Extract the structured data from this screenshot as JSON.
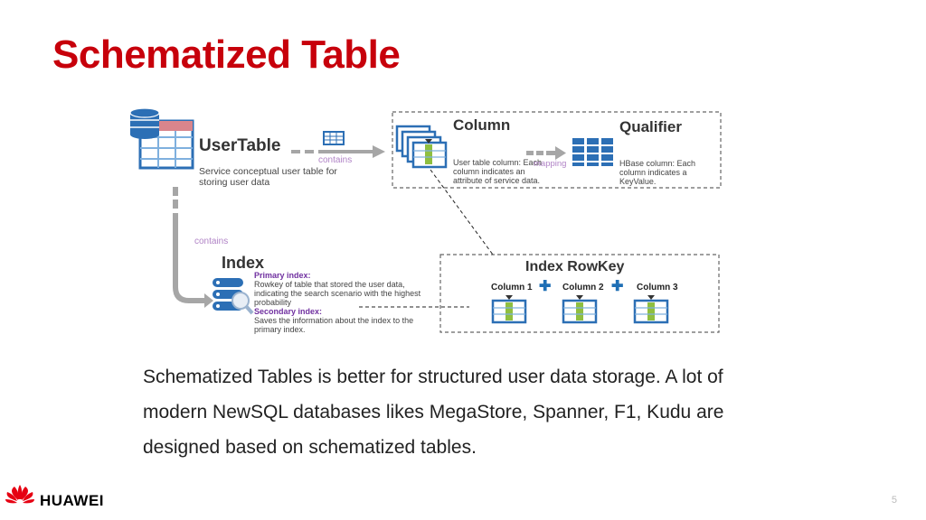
{
  "title": "Schematized Table",
  "user_table": {
    "label": "UserTable",
    "desc": "Service conceptual user table for storing user data"
  },
  "contains_label_1": "contains",
  "contains_label_2": "contains",
  "column_box": {
    "column_label": "Column",
    "column_desc": "User table column: Each column indicates an attribute of service data.",
    "mapping_label": "mapping",
    "qualifier_label": "Qualifier",
    "qualifier_desc": "HBase column: Each column indicates a KeyValue."
  },
  "index": {
    "label": "Index",
    "primary_title": "Primary index:",
    "primary_desc": "Rowkey of table that stored the user data, indicating the search scenario with the highest probability",
    "secondary_title": "Secondary index:",
    "secondary_desc": "Saves the information about the index to the primary index."
  },
  "index_rowkey": {
    "label": "Index RowKey",
    "columns": [
      "Column 1",
      "Column 2",
      "Column 3"
    ]
  },
  "body_text": "Schematized Tables is better for structured user data storage. A lot of modern NewSQL databases likes MegaStore, Spanner, F1, Kudu are designed based on schematized tables.",
  "brand": "HUAWEI",
  "page_number": "5",
  "colors": {
    "accent_red": "#c7000b",
    "icon_blue": "#2c6fb5",
    "purple": "#7030a0"
  }
}
